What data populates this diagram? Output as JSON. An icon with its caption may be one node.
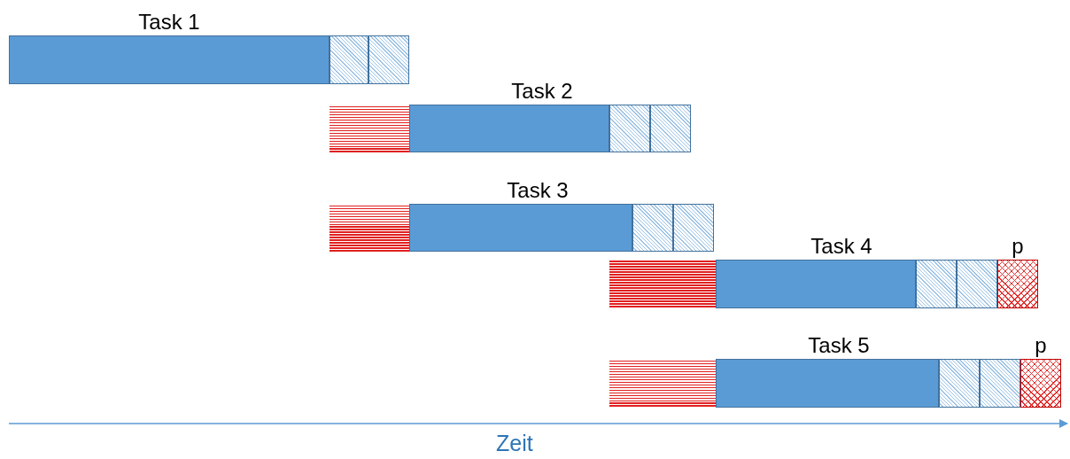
{
  "diagram": {
    "nodes": [
      {
        "text": [
          "Task 1"
        ]
      },
      {
        "text": [],
        "shape": "box"
      },
      {
        "text": [],
        "shape": "box"
      },
      {
        "text": [],
        "shape": "box"
      },
      {
        "text": [
          "Task 2"
        ]
      },
      {
        "text": [],
        "shape": "box"
      },
      {
        "text": [],
        "shape": "box"
      },
      {
        "text": [],
        "shape": "box"
      },
      {
        "text": [
          "Task 3"
        ]
      },
      {
        "text": [],
        "shape": "box"
      },
      {
        "text": [],
        "shape": "box"
      },
      {
        "text": [],
        "shape": "box"
      },
      {
        "text": [
          "Task 4"
        ]
      },
      {
        "text": [],
        "shape": "box"
      },
      {
        "text": [],
        "shape": "box"
      },
      {
        "text": [
          "p"
        ]
      },
      {
        "text": [],
        "shape": "box"
      },
      {
        "text": [
          "Task 5"
        ]
      },
      {
        "text": [],
        "shape": "box"
      },
      {
        "text": [],
        "shape": "box"
      },
      {
        "text": [
          "p"
        ]
      }
    ],
    "edges": [],
    "labels": [
      "Zeit"
    ]
  }
}
